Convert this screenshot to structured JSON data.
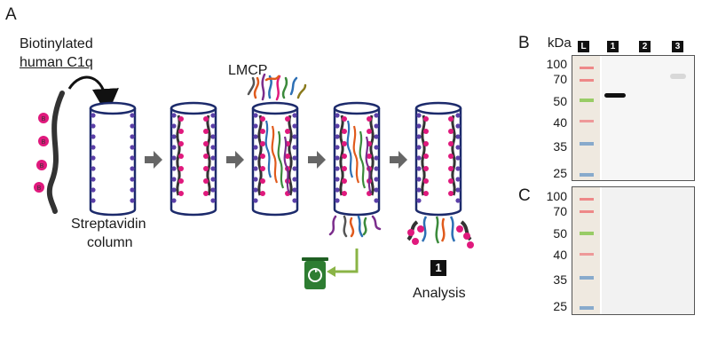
{
  "panel_a": {
    "letter": "A",
    "biotin_label_line1": "Biotinylated",
    "biotin_label_line2": "human C1q",
    "bead_letter": "B",
    "lmcp_label": "LMCP",
    "column_label_line1": "Streptavidin",
    "column_label_line2": "column",
    "analysis_badge": "1",
    "analysis_label": "Analysis",
    "colors": {
      "column_outline": "#1c2a6b",
      "streptavidin_dot": "#5b3fa8",
      "biotin_bead": "#e0197d",
      "arrow": "#666666",
      "bin_green": "#2e7d32",
      "flow_arrow": "#8ab446"
    },
    "icons": [
      "recycle-bin-icon",
      "step-arrow-icon"
    ]
  },
  "panel_b": {
    "letter": "B",
    "unit": "kDa",
    "lanes": [
      "L",
      "1",
      "2",
      "3"
    ],
    "markers": [
      "100",
      "70",
      "50",
      "40",
      "35",
      "25"
    ]
  },
  "panel_c": {
    "letter": "C",
    "markers": [
      "100",
      "70",
      "50",
      "40",
      "35",
      "25"
    ]
  }
}
